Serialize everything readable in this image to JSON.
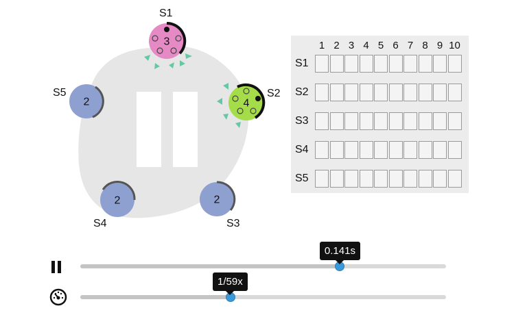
{
  "colors": {
    "table_bg": "#e6e6e6",
    "station_idle": "#8ea0d0",
    "station_s1": "#e58ac4",
    "station_s2": "#a5dd4a",
    "ack_marker": "#66c8a3",
    "slider_thumb": "#3a9ad9"
  },
  "stations": [
    {
      "id": "S1",
      "label": "S1",
      "value": "3",
      "state": "active"
    },
    {
      "id": "S2",
      "label": "S2",
      "value": "4",
      "state": "active"
    },
    {
      "id": "S3",
      "label": "S3",
      "value": "2",
      "state": "idle"
    },
    {
      "id": "S4",
      "label": "S4",
      "value": "2",
      "state": "idle"
    },
    {
      "id": "S5",
      "label": "S5",
      "value": "2",
      "state": "idle"
    }
  ],
  "log_table": {
    "columns": [
      "1",
      "2",
      "3",
      "4",
      "5",
      "6",
      "7",
      "8",
      "9",
      "10"
    ],
    "rows": [
      "S1",
      "S2",
      "S3",
      "S4",
      "S5"
    ]
  },
  "controls": {
    "play_state_icon": "pause-icon",
    "speed_icon": "speedometer-icon",
    "time_slider": {
      "label": "0.141s",
      "fraction": 0.71
    },
    "speed_slider": {
      "label": "1/59x",
      "fraction": 0.41
    }
  }
}
